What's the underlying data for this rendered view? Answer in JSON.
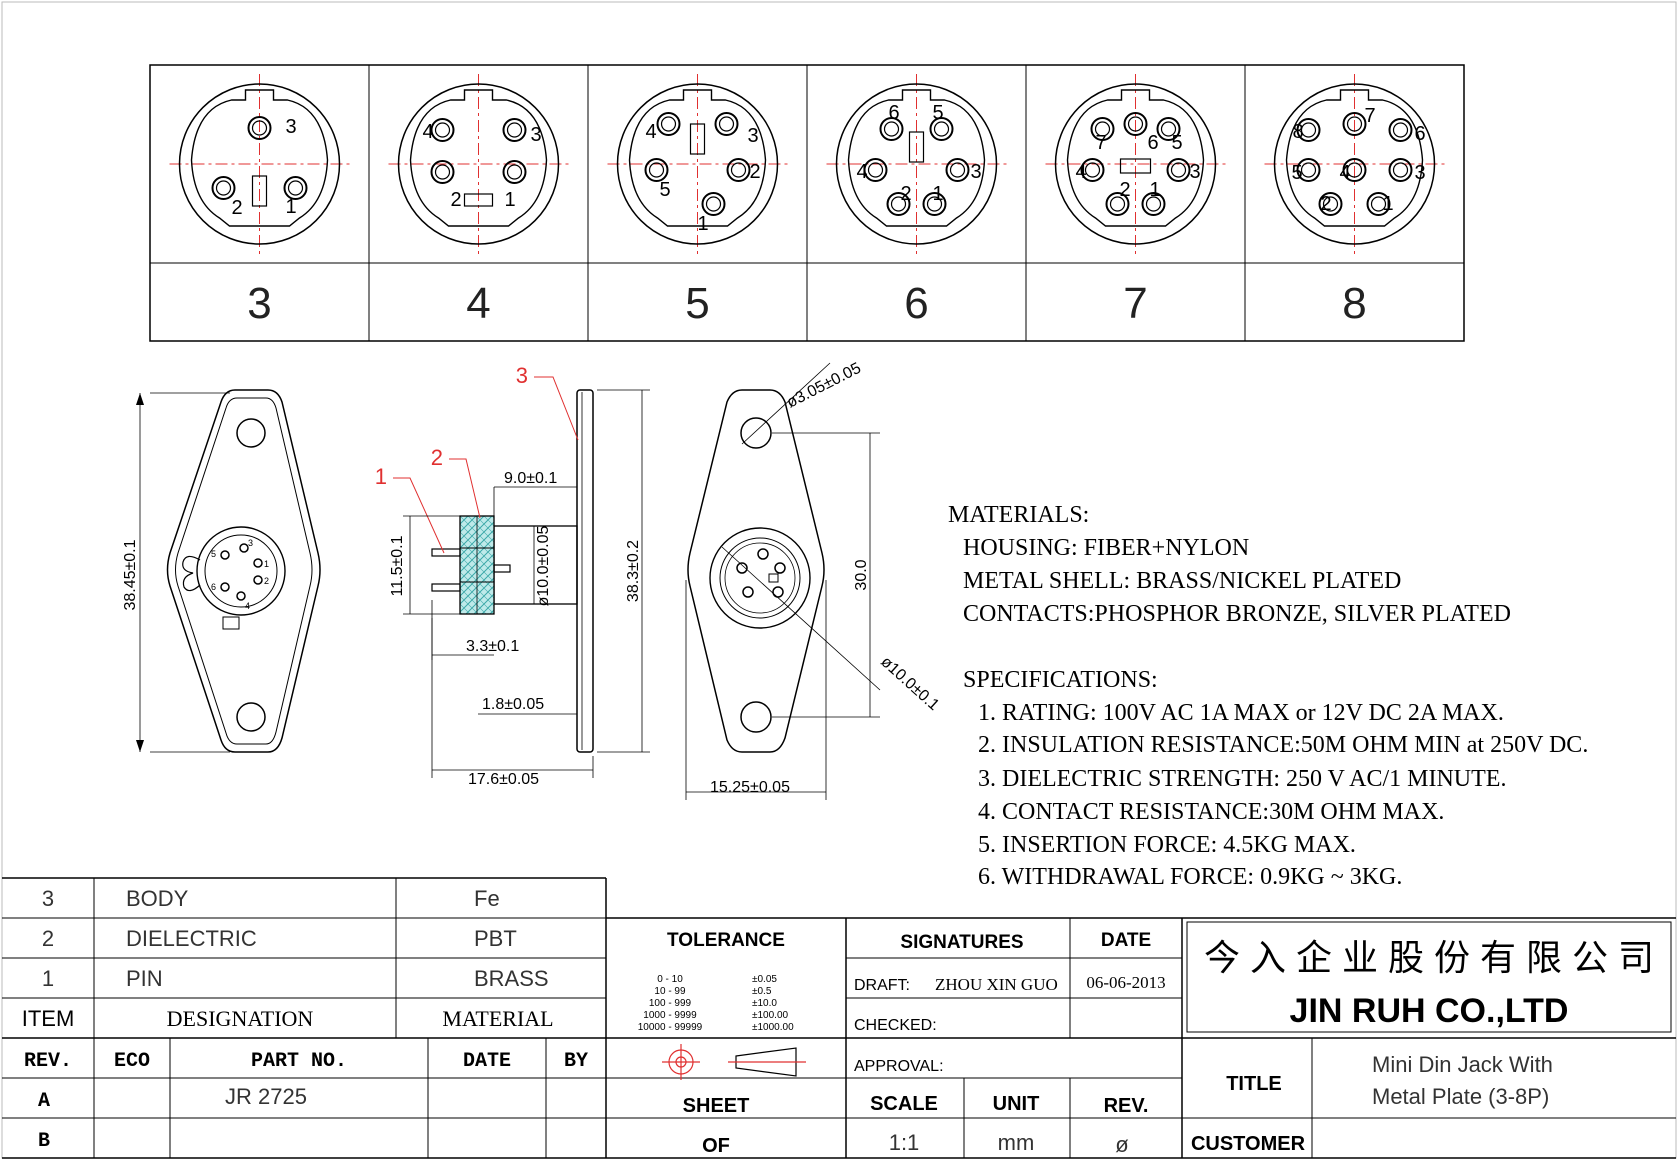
{
  "pin_variants": [
    {
      "count": "3",
      "pins": [
        "3",
        "2",
        "1"
      ]
    },
    {
      "count": "4",
      "pins": [
        "4",
        "3",
        "2",
        "1"
      ]
    },
    {
      "count": "5",
      "pins": [
        "4",
        "3",
        "2",
        "5",
        "1"
      ]
    },
    {
      "count": "6",
      "pins": [
        "6",
        "5",
        "4",
        "3",
        "2",
        "1"
      ]
    },
    {
      "count": "7",
      "pins": [
        "7",
        "6",
        "5",
        "4",
        "3",
        "2",
        "1"
      ]
    },
    {
      "count": "8",
      "pins": [
        "8",
        "7",
        "6",
        "5",
        "4",
        "3",
        "2",
        "1"
      ]
    }
  ],
  "callouts": {
    "part1": "1",
    "part2": "2",
    "part3": "3"
  },
  "front_view_pins": [
    "3",
    "5",
    "1",
    "6",
    "2",
    "4"
  ],
  "dimensions": {
    "height_overall": "38.45±0.1",
    "pin_width": "11.5±0.1",
    "inner_diameter": "ø10.0±0.05",
    "plate_offset": "9.0±0.1",
    "plate_height": "38.3±0.2",
    "pin_length": "3.3±0.1",
    "plate_thickness": "1.8±0.05",
    "depth": "17.6±0.05",
    "hole_diameter": "ø3.05±0.05",
    "hole_spacing": "30.0",
    "body_diameter": "ø10.0±0.1",
    "plate_width": "15.25±0.05"
  },
  "notes": {
    "materials_heading": "MATERIALS:",
    "housing": "HOUSING: FIBER+NYLON",
    "shell": "METAL SHELL: BRASS/NICKEL PLATED",
    "contacts": "CONTACTS:PHOSPHOR BRONZE, SILVER PLATED",
    "spec_heading": "SPECIFICATIONS:",
    "spec_items": [
      "1. RATING: 100V AC 1A MAX or 12V DC 2A MAX.",
      "2. INSULATION RESISTANCE:50M OHM MIN at 250V DC.",
      "3. DIELECTRIC STRENGTH: 250 V AC/1 MINUTE.",
      "4. CONTACT RESISTANCE:30M OHM MAX.",
      "5. INSERTION FORCE: 4.5KG MAX.",
      "6. WITHDRAWAL FORCE: 0.9KG ~ 3KG."
    ]
  },
  "bom": {
    "rows": [
      {
        "item": "3",
        "designation": "BODY",
        "material": "Fe"
      },
      {
        "item": "2",
        "designation": "DIELECTRIC",
        "material": "PBT"
      },
      {
        "item": "1",
        "designation": "PIN",
        "material": "BRASS"
      }
    ],
    "header": {
      "item": "ITEM",
      "designation": "DESIGNATION",
      "material": "MATERIAL"
    }
  },
  "revisions": {
    "header": {
      "rev": "REV.",
      "eco": "ECO",
      "part_no": "PART NO.",
      "date": "DATE",
      "by": "BY"
    },
    "rows": [
      {
        "rev": "A",
        "part_no": "JR 2725"
      },
      {
        "rev": "B",
        "part_no": ""
      }
    ]
  },
  "tolerance": {
    "heading": "TOLERANCE",
    "ranges": [
      "0 - 10",
      "10 - 99",
      "100 - 999",
      "1000 - 9999",
      "10000 - 99999"
    ],
    "values": [
      "±0.05",
      "±0.5",
      "±10.0",
      "±100.00",
      "±1000.00"
    ]
  },
  "signatures": {
    "heading": "SIGNATURES",
    "date_heading": "DATE",
    "draft_label": "DRAFT:",
    "draft_name": "ZHOU XIN GUO",
    "draft_date": "06-06-2013",
    "checked_label": "CHECKED:",
    "approval_label": "APPROVAL:"
  },
  "company": {
    "name_cn": "今 入 企 业 股 份 有 限 公 司",
    "name_en": "JIN RUH CO.,LTD"
  },
  "title_block": {
    "title_label": "TITLE",
    "title_line1": "Mini Din Jack With",
    "title_line2": "Metal Plate (3-8P)",
    "sheet_label": "SHEET",
    "of_label": "OF",
    "scale_label": "SCALE",
    "scale_value": "1:1",
    "unit_label": "UNIT",
    "unit_value": "mm",
    "rev_label": "REV.",
    "rev_value": "ø",
    "customer_label": "CUSTOMER"
  }
}
